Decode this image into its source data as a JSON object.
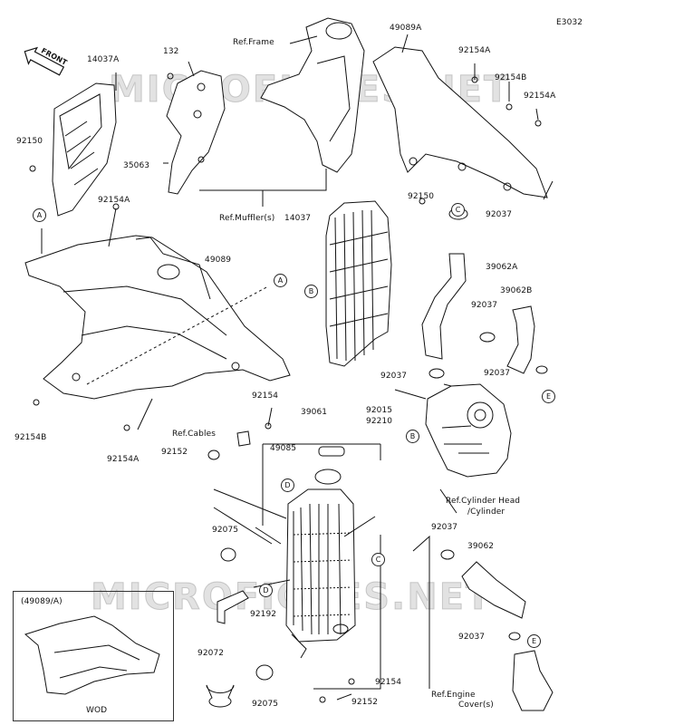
{
  "diagram_code": "E3032",
  "watermark": "MICROFICHES.NET",
  "front_label": "FRONT",
  "inset": {
    "title": "(49089/A)",
    "caption": "WOD"
  },
  "labels": {
    "p14037A": "14037A",
    "p132": "132",
    "ref_frame": "Ref.Frame",
    "p49089A": "49089A",
    "p92154A_top": "92154A",
    "p92154B_top": "92154B",
    "p92154A_top2": "92154A",
    "p92150_left": "92150",
    "p35063": "35063",
    "ref_muffler": "Ref.Muffler(s)",
    "p92154A_mid": "92154A",
    "p49089": "49089",
    "p14037": "14037",
    "p92150_mid": "92150",
    "p92037_a": "92037",
    "p39062A": "39062A",
    "p39062B": "39062B",
    "p92037_b": "92037",
    "p92037_c": "92037",
    "p92037_d": "92037",
    "p92154B_low": "92154B",
    "p92154A_low": "92154A",
    "p92154_mid": "92154",
    "ref_cables": "Ref.Cables",
    "p92152_mid": "92152",
    "p39061": "39061",
    "p49085": "49085",
    "p92015": "92015",
    "p92210": "92210",
    "ref_cyl_1": "Ref.Cylinder Head",
    "ref_cyl_2": "/Cylinder",
    "p92075_a": "92075",
    "p92037_e": "92037",
    "p39062": "39062",
    "p92192": "92192",
    "p92037_f": "92037",
    "p92072": "92072",
    "p92075_b": "92075",
    "p92154_low": "92154",
    "p92152_low": "92152",
    "ref_engine_1": "Ref.Engine",
    "ref_engine_2": "Cover(s)"
  },
  "callouts": {
    "A1": "A",
    "A2": "A",
    "B1": "B",
    "B2": "B",
    "C1": "C",
    "C2": "C",
    "D1": "D",
    "D2": "D",
    "E1": "E",
    "E2": "E"
  }
}
